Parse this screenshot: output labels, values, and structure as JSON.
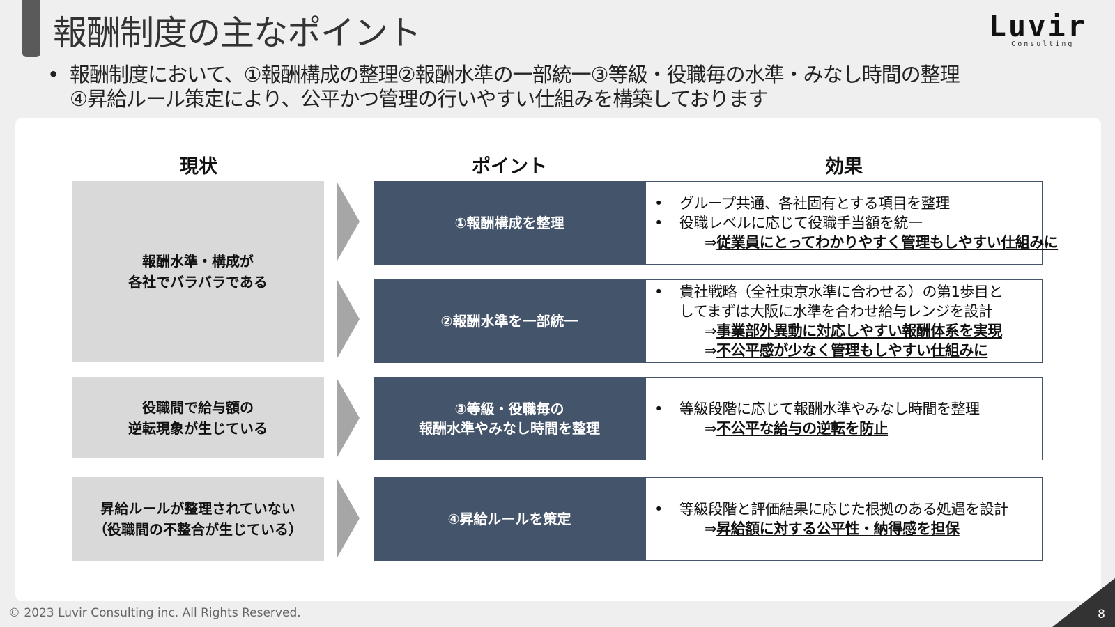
{
  "title": "報酬制度の主なポイント",
  "logo": {
    "word": "Luvir",
    "sub": "Consulting"
  },
  "summary": {
    "bullet": "•",
    "line1": "報酬制度において、①報酬構成の整理②報酬水準の一部統一③等級・役職毎の水準・みなし時間の整理",
    "line2": "④昇給ルール策定により、公平かつ管理の行いやすい仕組みを構築しております"
  },
  "columns": {
    "status": "現状",
    "point": "ポイント",
    "effect": "効果"
  },
  "statuses": [
    {
      "line1": "報酬水準・構成が",
      "line2": "各社でバラバラである"
    },
    {
      "line1": "役職間で給与額の",
      "line2": "逆転現象が生じている"
    },
    {
      "line1": "昇給ルールが整理されていない",
      "line2": "（役職間の不整合が生じている）"
    }
  ],
  "points": [
    {
      "line1": "①報酬構成を整理",
      "line2": ""
    },
    {
      "line1": "②報酬水準を一部統一",
      "line2": ""
    },
    {
      "line1": "③等級・役職毎の",
      "line2": "報酬水準やみなし時間を整理"
    },
    {
      "line1": "④昇給ルールを策定",
      "line2": ""
    }
  ],
  "effects": [
    {
      "lines": [
        {
          "bullet": "•",
          "text": "グループ共通、各社固有とする項目を整理"
        },
        {
          "bullet": "•",
          "text": "役職レベルに応じて役職手当額を統一"
        },
        {
          "prefix": "⇒",
          "text": "従業員にとってわかりやすく管理もしやすい仕組みに"
        }
      ]
    },
    {
      "lines": [
        {
          "bullet": "•",
          "text": "貴社戦略（全社東京水準に合わせる）の第1歩目と"
        },
        {
          "bullet": "",
          "text": "してまずは大阪に水準を合わせ給与レンジを設計"
        },
        {
          "prefix": "⇒",
          "text": "事業部外異動に対応しやすい報酬体系を実現"
        },
        {
          "prefix": "⇒",
          "text": "不公平感が少なく管理もしやすい仕組みに"
        }
      ]
    },
    {
      "lines": [
        {
          "bullet": "•",
          "text": "等級段階に応じて報酬水準やみなし時間を整理"
        },
        {
          "prefix": "⇒",
          "text": "不公平な給与の逆転を防止"
        }
      ]
    },
    {
      "lines": [
        {
          "bullet": "•",
          "text": "等級段階と評価結果に応じた根拠のある処遇を設計"
        },
        {
          "prefix": "⇒",
          "text": "昇給額に対する公平性・納得感を担保"
        }
      ]
    }
  ],
  "footer": "© 2023 Luvir Consulting inc. All Rights Reserved.",
  "page_number": "8",
  "colors": {
    "point_fill": "#44546a",
    "status_fill": "#d9d9d9",
    "arrow": "#a6a6a6",
    "title_bar": "#5a5a5a"
  }
}
